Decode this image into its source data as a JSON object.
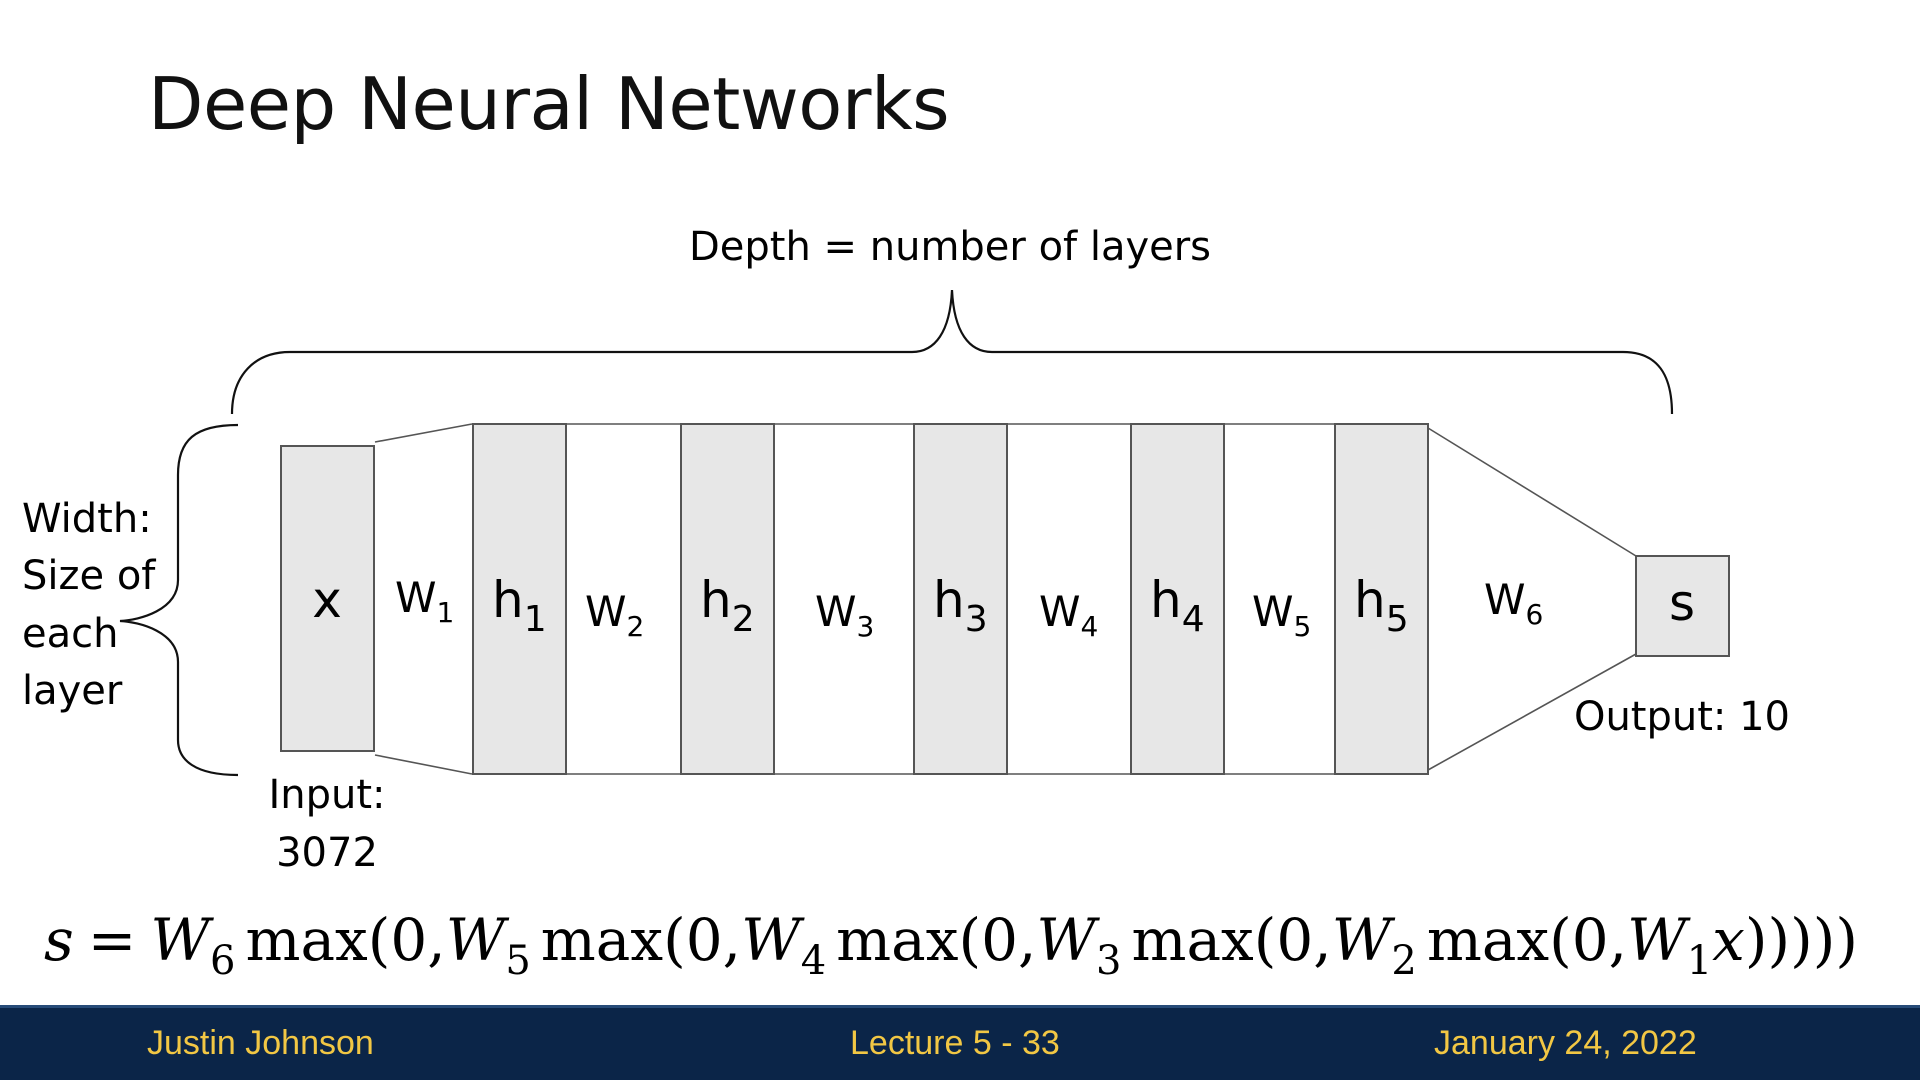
{
  "slide": {
    "title": "Deep Neural Networks"
  },
  "depth_label": "Depth = number of layers",
  "width_label": [
    "Width:",
    "Size of",
    "each",
    "layer"
  ],
  "input_label": [
    "Input:",
    "3072"
  ],
  "output_label": "Output: 10",
  "layers": [
    {
      "base": "x",
      "sub": ""
    },
    {
      "base": "h",
      "sub": "1"
    },
    {
      "base": "h",
      "sub": "2"
    },
    {
      "base": "h",
      "sub": "3"
    },
    {
      "base": "h",
      "sub": "4"
    },
    {
      "base": "h",
      "sub": "5"
    },
    {
      "base": "s",
      "sub": ""
    }
  ],
  "weights": [
    {
      "base": "W",
      "sub": "1"
    },
    {
      "base": "W",
      "sub": "2"
    },
    {
      "base": "W",
      "sub": "3"
    },
    {
      "base": "W",
      "sub": "4"
    },
    {
      "base": "W",
      "sub": "5"
    },
    {
      "base": "W",
      "sub": "6"
    }
  ],
  "equation": {
    "lhs": "s",
    "eq": "=",
    "W6": "W",
    "W6_sub": "6",
    "max": "max",
    "open": "(0,",
    "W5": "W",
    "W5_sub": "5",
    "W4": "W",
    "W4_sub": "4",
    "W3": "W",
    "W3_sub": "3",
    "W2": "W",
    "W2_sub": "2",
    "W1": "W",
    "W1_sub": "1",
    "x": "x",
    "close": ")))))"
  },
  "footer": {
    "author": "Justin Johnson",
    "lecture": "Lecture 5 - 33",
    "date": "January 24, 2022"
  },
  "colors": {
    "layer_fill": "#e7e7e7",
    "stroke": "#555555",
    "footer_bg": "#0b2548",
    "footer_text": "#f2c744"
  }
}
